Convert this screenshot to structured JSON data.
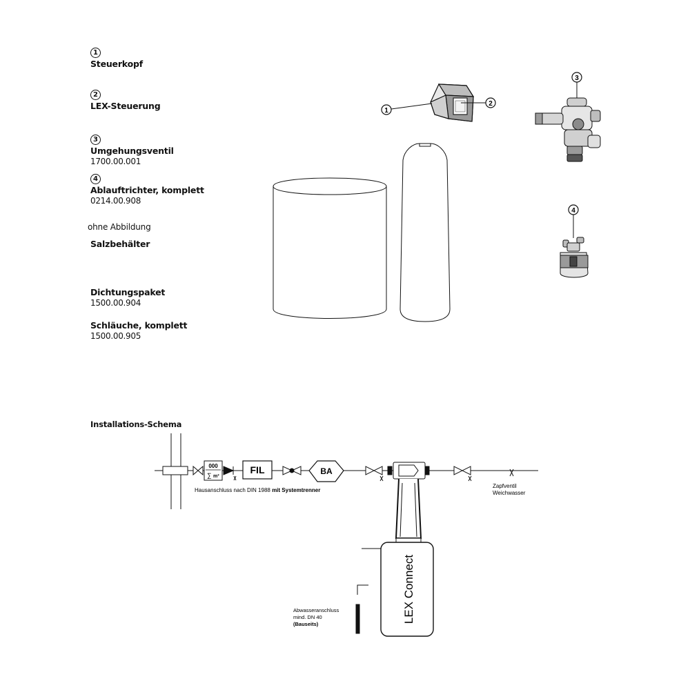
{
  "parts": [
    {
      "num": "1",
      "name": "Steuerkopf",
      "number": ""
    },
    {
      "num": "2",
      "name": "LEX-Steuerung",
      "number": ""
    },
    {
      "num": "3",
      "name": "Umgehungsventil",
      "number": "1700.00.001"
    },
    {
      "num": "4",
      "name": "Ablauftrichter, komplett",
      "number": "0214.00.908"
    }
  ],
  "note": "ohne Abbildung",
  "extra_parts": [
    {
      "name": "Salzbehälter",
      "number": ""
    },
    {
      "name": "Dichtungspaket",
      "number": "1500.00.904"
    },
    {
      "name": "Schläuche, komplett",
      "number": "1500.00.905"
    }
  ],
  "callouts": {
    "c1": "1",
    "c2": "2",
    "c3": "3",
    "c4": "4"
  },
  "schema": {
    "title": "Installations-Schema",
    "meter_top": "000",
    "meter_unit_sym": "∑",
    "meter_unit": "m³",
    "filter_label": "FIL",
    "ba_label": "BA",
    "hausanschluss_a": "Hausanschluss nach DIN 1988 ",
    "hausanschluss_b": "mit Systemtrenner",
    "zapf_line1": "Zapfventil",
    "zapf_line2": "Weichwasser",
    "abwasser_line1": "Abwasseranschluss",
    "abwasser_line2": "mind. DN 40",
    "abwasser_line3": "(Bauseits)",
    "device_label": "LEX Connect"
  }
}
